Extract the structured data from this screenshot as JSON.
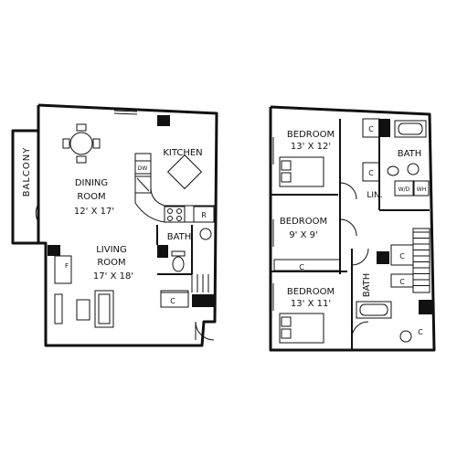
{
  "labels": {
    "balcony": "BALCONY",
    "dining": "DINING",
    "room": "ROOM",
    "dining_dim": "12' X 17'",
    "kitchen": "KITCHEN",
    "living": "LIVING",
    "living_room": "ROOM",
    "living_dim": "17' X 18'",
    "bath1": "BATH",
    "bath2": "BATH",
    "bath3": "BATH",
    "bedroom1": "BEDROOM",
    "bedroom1_dim": "13' X 12'",
    "bedroom2": "BEDROOM",
    "bedroom2_dim": "9' X 9'",
    "bedroom3": "BEDROOM",
    "bedroom3_dim": "13' X 11'",
    "lin": "LIN."
  },
  "fixtures": {
    "dw": "DW",
    "refrigerator": "R",
    "fireplace": "F",
    "washer": "W/D",
    "water_heater": "WH",
    "closet": "C"
  }
}
